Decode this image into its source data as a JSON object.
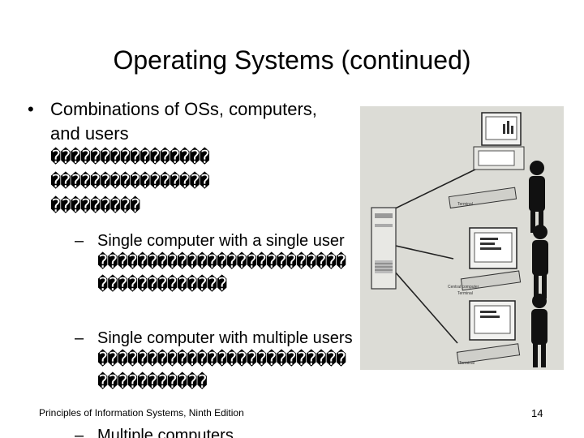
{
  "slide": {
    "title": "Operating Systems (continued)",
    "bullet_mark": "•",
    "dash_mark": "–",
    "bullet1": {
      "text": "Combinations of OSs, computers, and users",
      "garble": [
        "����������������",
        "����������������",
        "���������"
      ]
    },
    "sub1": {
      "text": "Single computer with a single user",
      "garble": [
        "�������������������������",
        "�������������"
      ]
    },
    "sub2": {
      "text": "Single computer with multiple users",
      "garble": [
        "�������������������������",
        "�����������"
      ]
    },
    "sub3": {
      "text": "Multiple computers"
    },
    "figure": {
      "labels": {
        "terminal": "Terminal",
        "central": "Central computer"
      }
    },
    "footer": "Principles of Information Systems, Ninth Edition",
    "page_number": "14"
  }
}
